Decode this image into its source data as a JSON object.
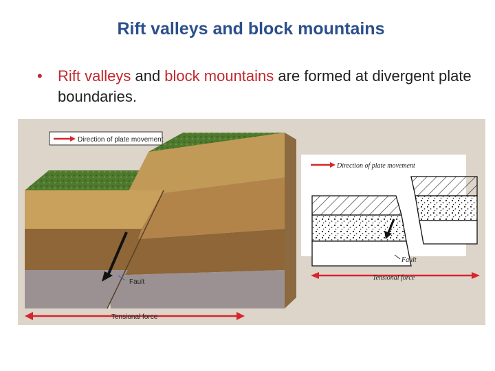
{
  "slide": {
    "title": "Rift valleys and block mountains",
    "bullet": {
      "part1": "Rift valleys",
      "part2": " and ",
      "part3": "block mountains",
      "part4": " are formed at divergent plate boundaries."
    }
  },
  "figure_left": {
    "legend_label": "Direction of plate movement",
    "fault_label": "Fault",
    "force_label": "Tensional force"
  },
  "figure_right": {
    "legend_label": "Direction of plate movement",
    "fault_label": "Fault",
    "force_label": "Tensional force"
  },
  "colors": {
    "title": "#2c4f8c",
    "highlight": "#c0282d",
    "arrow": "#d7262b",
    "figure_bg": "#ddd4ca"
  }
}
